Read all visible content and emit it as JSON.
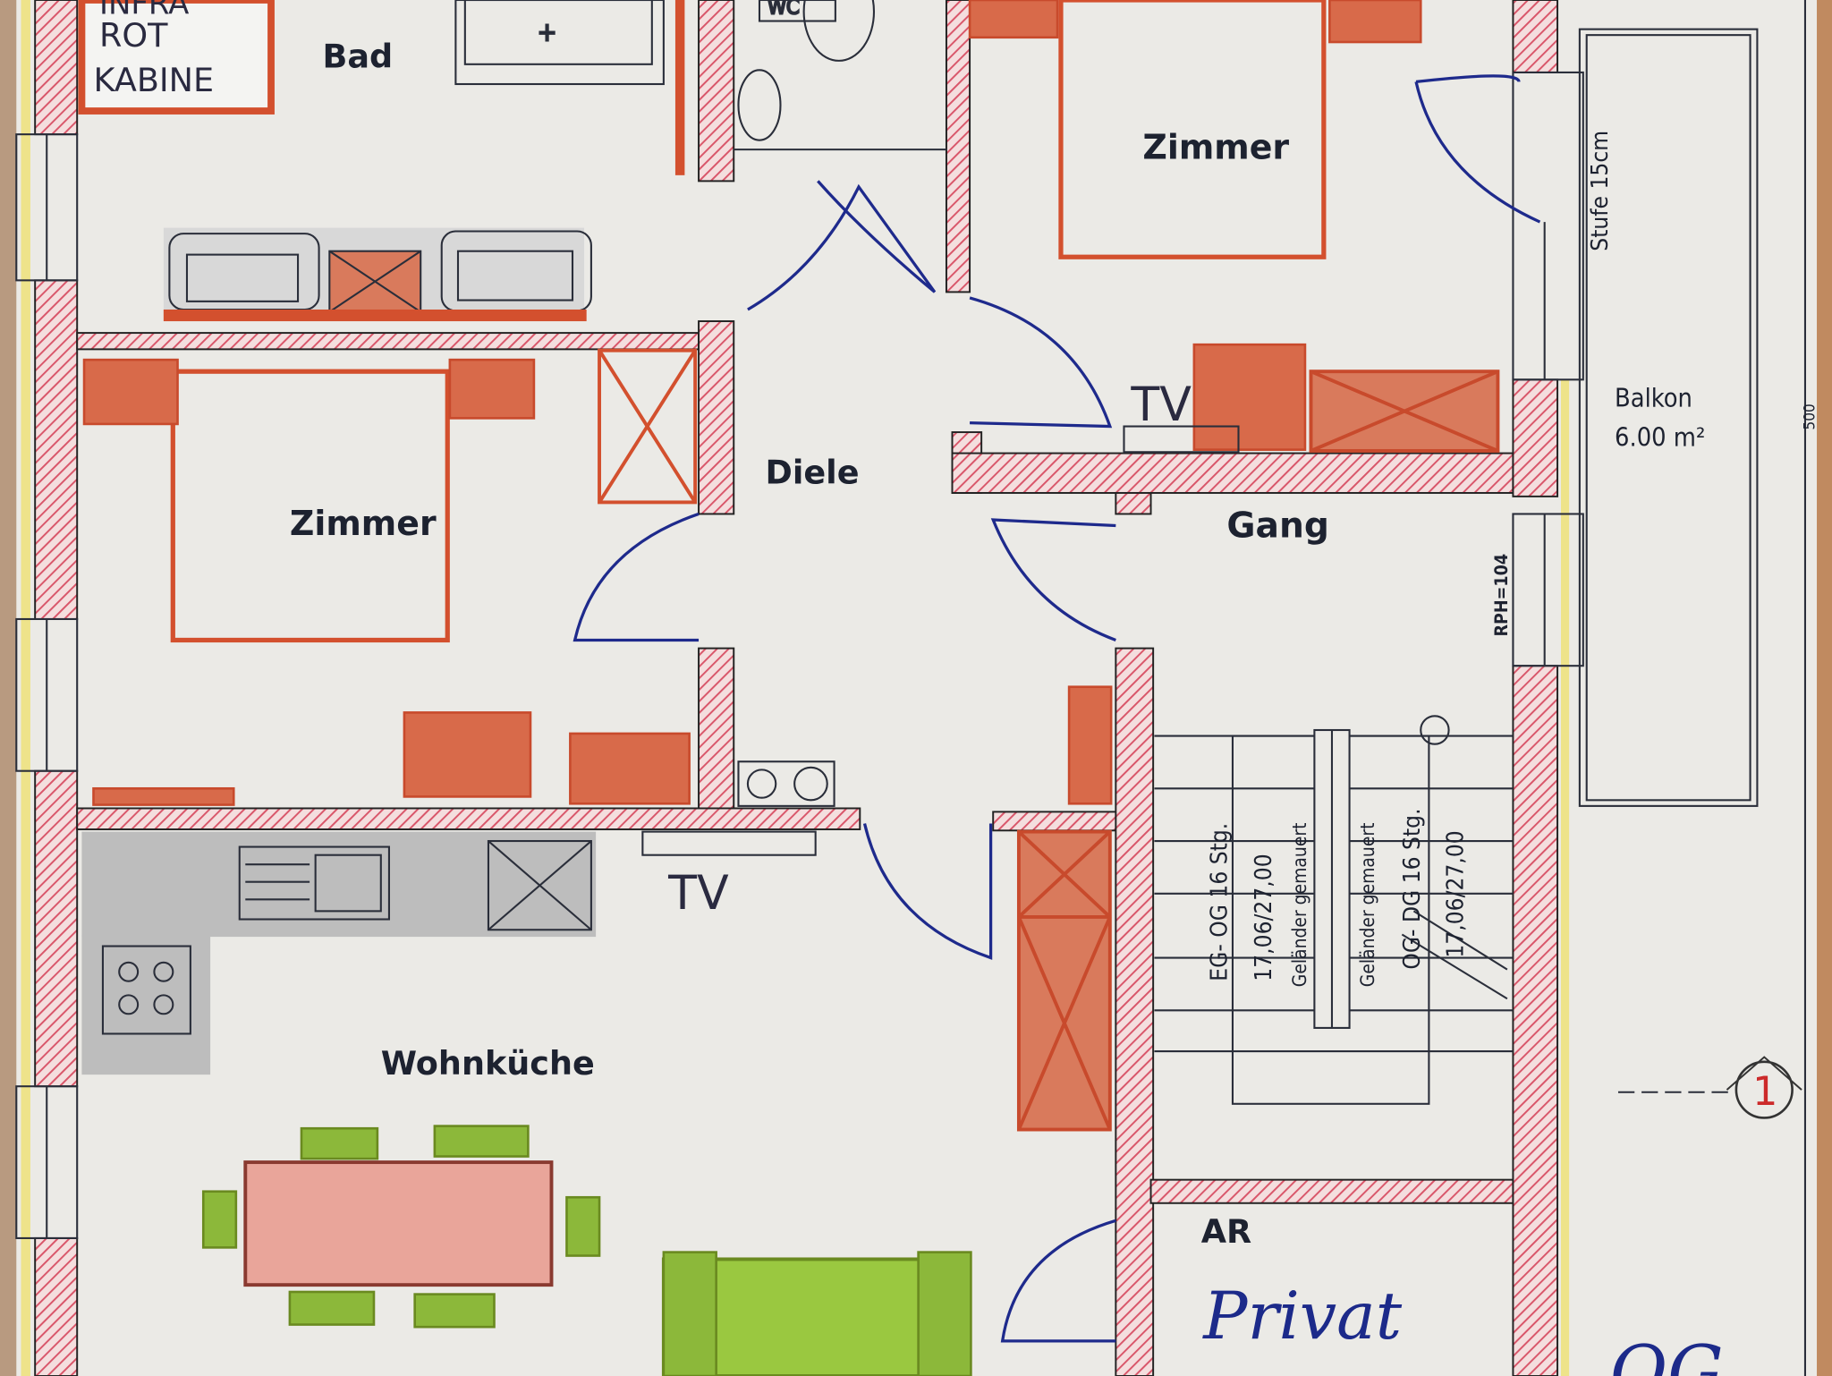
{
  "plan": {
    "rooms": {
      "bad": "Bad",
      "zimmer_left": "Zimmer",
      "zimmer_right": "Zimmer",
      "diele": "Diele",
      "gang": "Gang",
      "balkon": "Balkon",
      "balkon_area": "6.00 m²",
      "wohnkueche": "Wohnküche",
      "ar": "AR",
      "wc": "WC"
    },
    "annotations": {
      "infrarot_line1": "INFRA",
      "infrarot_line2": "ROT",
      "infrarot_line3": "KABINE",
      "tv_upper": "TV",
      "tv_lower": "TV",
      "privat": "Privat",
      "og_partial": "OG",
      "stufe": "Stufe 15cm",
      "rph": "RPH=104",
      "dimension": "500",
      "section_marker": "1"
    },
    "stairs": {
      "flight1_line1": "EG- OG 16 Stg.",
      "flight1_line2": "17,06/27,00",
      "railing1": "Geländer gemauert",
      "railing2": "Geländer gemauert",
      "flight2_line1": "OG- DG 16 Stg.",
      "flight2_line2": "17,06/27,00"
    },
    "colors": {
      "wall_hatch": "#d9566a",
      "furniture": "#d86a4a",
      "chairs": "#8cb83a",
      "door_pen": "#1e2a8c"
    }
  }
}
